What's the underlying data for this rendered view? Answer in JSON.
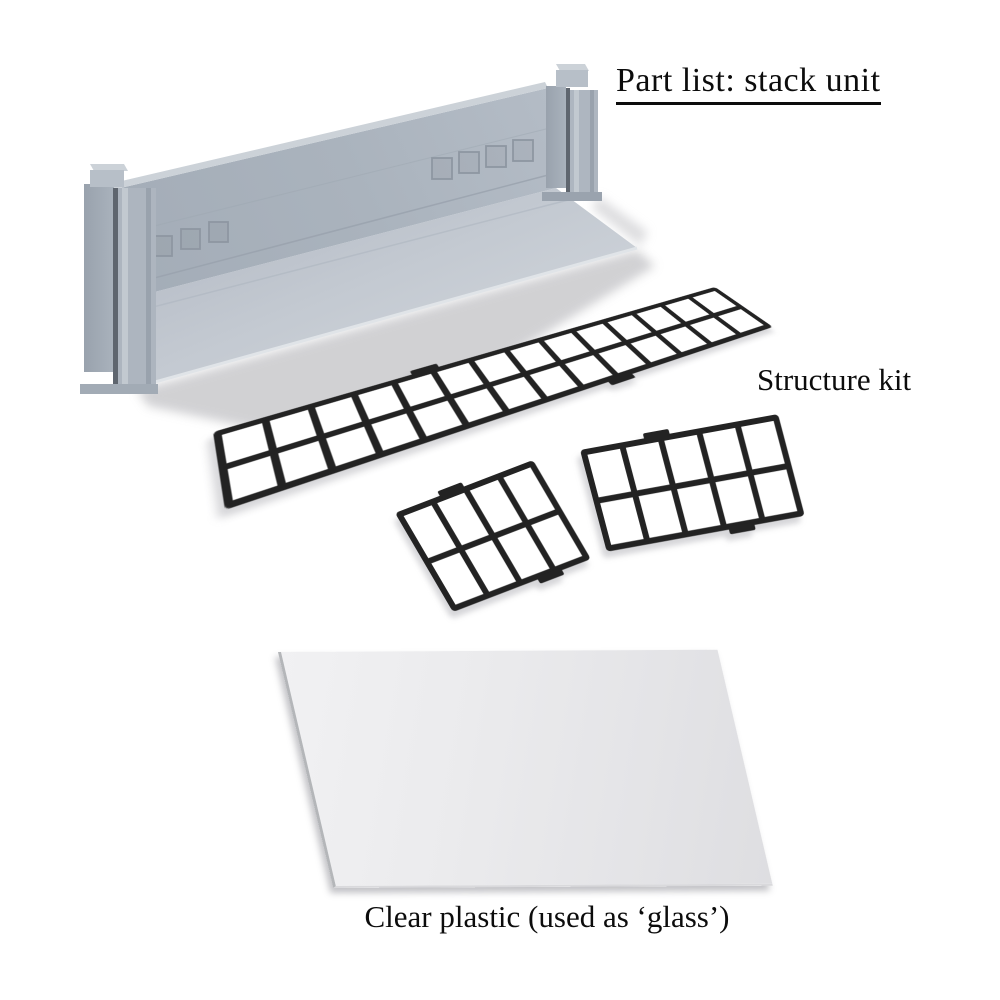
{
  "page": {
    "background": "#ffffff"
  },
  "labels": {
    "title": "Part list: stack unit",
    "structure_kit": "Structure kit",
    "clear_plastic": "Clear plastic (used as ‘glass’)"
  },
  "parts": {
    "wall_unit": {
      "color": "#aab3bd",
      "floor_color": "#c6ccd3",
      "pillar_color": "#b0b8c2"
    },
    "sprues": {
      "color": "#232323",
      "long": {
        "columns": 14,
        "rows": 2
      },
      "small_left": {
        "columns": 4,
        "rows": 2
      },
      "small_right": {
        "columns": 5,
        "rows": 2
      }
    },
    "clear_sheet": {
      "color": "#e9e9ec"
    }
  }
}
